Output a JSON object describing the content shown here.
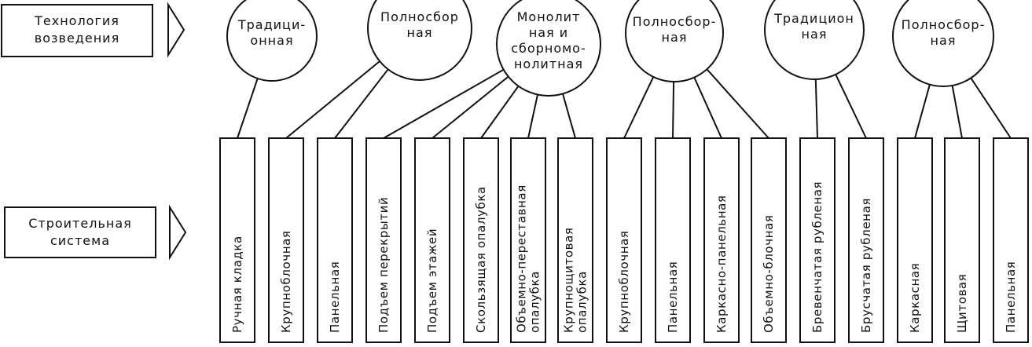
{
  "row_labels": {
    "technology": [
      "Технология",
      "возведения"
    ],
    "system": [
      "Строительная",
      "система"
    ]
  },
  "technologies": [
    {
      "lines": [
        "Традици-",
        "онная"
      ]
    },
    {
      "lines": [
        "Полносбор",
        "ная"
      ]
    },
    {
      "lines": [
        "Монолит",
        "ная и",
        "сборномо-",
        "нолитная"
      ]
    },
    {
      "lines": [
        "Полносбор-",
        "ная"
      ]
    },
    {
      "lines": [
        "Традицион",
        "ная"
      ]
    },
    {
      "lines": [
        "Полносбор-",
        "ная"
      ]
    }
  ],
  "systems": [
    {
      "lines": [
        "Ручная кладка"
      ],
      "technology": 0
    },
    {
      "lines": [
        "Крупноблочная"
      ],
      "technology": 1
    },
    {
      "lines": [
        "Панельная"
      ],
      "technology": 1
    },
    {
      "lines": [
        "Подъем перекрытий"
      ],
      "technology": 2
    },
    {
      "lines": [
        "Подъем этажей"
      ],
      "technology": 2
    },
    {
      "lines": [
        "Скользящая опалубка"
      ],
      "technology": 2
    },
    {
      "lines": [
        "Объемно-переставная",
        "опалубка"
      ],
      "technology": 2
    },
    {
      "lines": [
        "Крупнощитовая",
        "опалубка"
      ],
      "technology": 2
    },
    {
      "lines": [
        "Крупноблочная"
      ],
      "technology": 3
    },
    {
      "lines": [
        "Панельная"
      ],
      "technology": 3
    },
    {
      "lines": [
        "Каркасно-панельная"
      ],
      "technology": 3
    },
    {
      "lines": [
        "Объемно-блочная"
      ],
      "technology": 3
    },
    {
      "lines": [
        "Бревенчатая рубленая"
      ],
      "technology": 4
    },
    {
      "lines": [
        "Брусчатая рубленая"
      ],
      "technology": 4
    },
    {
      "lines": [
        "Каркасная"
      ],
      "technology": 5
    },
    {
      "lines": [
        "Щитовая"
      ],
      "technology": 5
    },
    {
      "lines": [
        "Панельная"
      ],
      "technology": 5
    }
  ]
}
